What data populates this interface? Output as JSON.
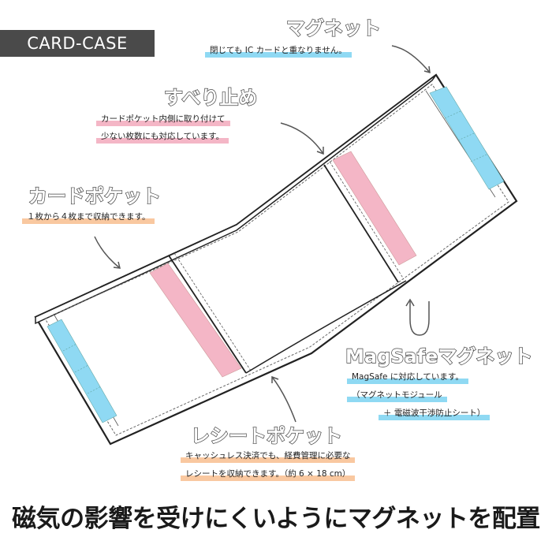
{
  "badge": "CARD-CASE",
  "magnet": {
    "title": "マグネット",
    "note": "閉じても IC カードと重なりません。"
  },
  "slip": {
    "title": "すべり止め",
    "note_line1": "カードポケット内側に取り付けて",
    "note_line2": "少ない枚数にも対応しています。"
  },
  "card_pocket": {
    "title": "カードポケット",
    "note": "１枚から４枚まで収納できます。"
  },
  "magsafe": {
    "title": "MagSafeマグネット",
    "note_line1": "MagSafe に対応しています。",
    "note_line2": "（マグネットモジュール",
    "note_line3": "＋ 電磁波干渉防止シート）"
  },
  "receipt": {
    "title": "レシートポケット",
    "note_line1": "キャッシュレス決済でも、経費管理に必要な",
    "note_line2": "レシートを収納できます。（約 6 × 18 cm）"
  },
  "headline": "磁気の影響を受けにくいようにマグネットを配置",
  "colors": {
    "badge_bg": "#4a4a4a",
    "blue": "#8fd9f3",
    "pink": "#f4b6c6",
    "orange": "#f9c8a0"
  }
}
